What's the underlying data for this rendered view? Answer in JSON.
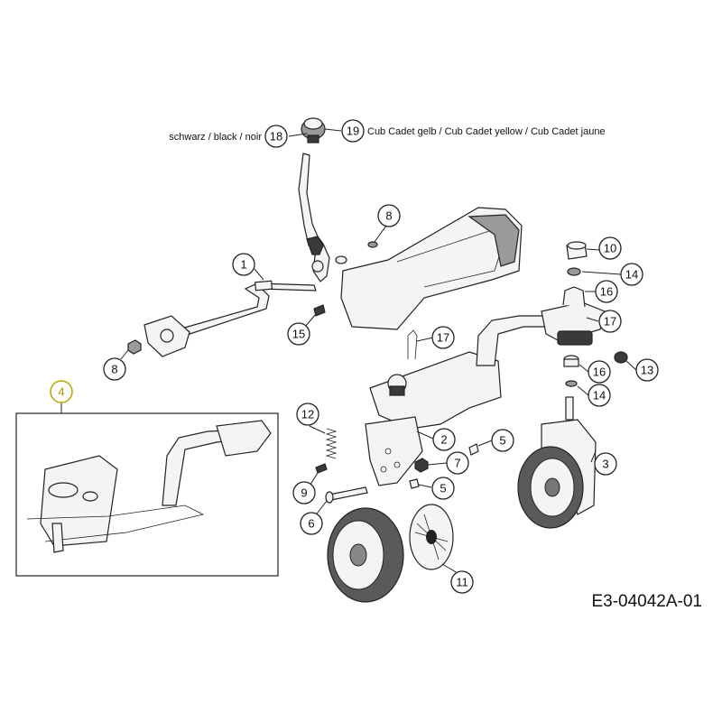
{
  "labels": {
    "black": "schwarz / black / noir",
    "yellow": "Cub Cadet gelb / Cub Cadet yellow / Cub Cadet jaune"
  },
  "callouts": {
    "c1": "1",
    "c2": "2",
    "c3": "3",
    "c4": "4",
    "c5": "5",
    "c6": "6",
    "c7": "7",
    "c8": "8",
    "c9": "9",
    "c10": "10",
    "c11": "11",
    "c12": "12",
    "c13": "13",
    "c14": "14",
    "c15": "15",
    "c16": "16",
    "c17": "17",
    "c18": "18",
    "c19": "19"
  },
  "reference_code": "E3-04042A-01",
  "colors": {
    "highlight_callout": "#b8a800",
    "outline": "#222222",
    "background": "#ffffff"
  }
}
